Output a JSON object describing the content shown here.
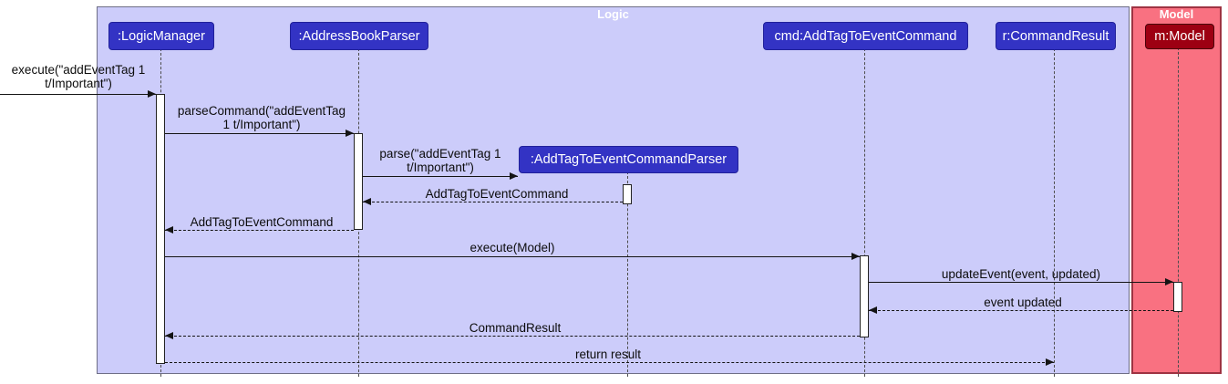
{
  "diagram": {
    "type": "uml-sequence-diagram",
    "frames": {
      "logic_label": "Logic",
      "model_label": "Model"
    },
    "participants": {
      "logic_manager": ":LogicManager",
      "address_book_parser": ":AddressBookParser",
      "add_tag_parser": ":AddTagToEventCommandParser",
      "cmd": "cmd:AddTagToEventCommand",
      "result": "r:CommandResult",
      "model": "m:Model"
    },
    "messages": {
      "execute_user": "execute(\"addEventTag 1\nt/Important\")",
      "parse_command": "parseCommand(\"addEventTag\n1 t/Important\")",
      "parse": "parse(\"addEventTag 1\nt/Important\")",
      "return_command_to_parser": "AddTagToEventCommand",
      "return_command_to_manager": "AddTagToEventCommand",
      "execute_model": "execute(Model)",
      "update_event": "updateEvent(event, updated)",
      "event_updated": "event updated",
      "command_result": "CommandResult",
      "return_result": "return result"
    },
    "colors": {
      "logic_participant_bg": "#3333C4",
      "logic_frame_bg": "#CCCCFA",
      "model_participant_bg": "#9D0012",
      "model_frame_bg": "#F97181"
    }
  }
}
